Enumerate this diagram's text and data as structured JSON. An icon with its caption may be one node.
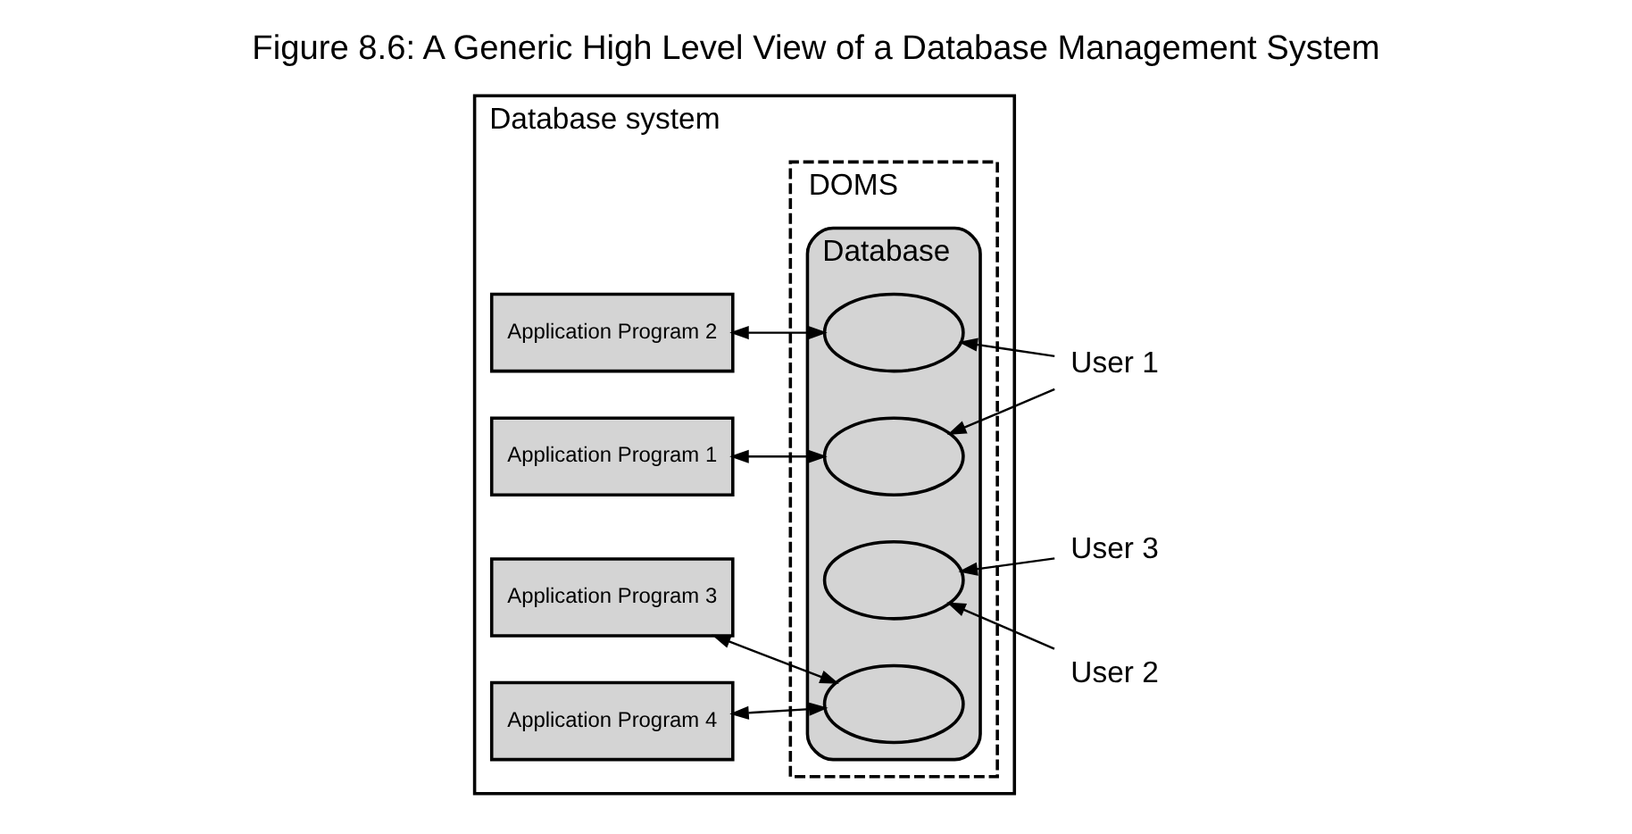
{
  "diagram": {
    "title": "Figure 8.6: A Generic High Level View of a Database Management System",
    "nodes": [
      {
        "text": [
          "Database system"
        ]
      },
      {
        "text": [
          "DOMS"
        ],
        "in": 0
      },
      {
        "text": [
          "Database"
        ],
        "in": 1
      },
      {
        "text": [
          "Application Program 1"
        ],
        "in": 0
      },
      {
        "text": [
          "Application Program 2"
        ],
        "in": 0
      },
      {
        "text": [
          "Application Program 3"
        ],
        "in": 0
      },
      {
        "text": [
          "Application Program 4"
        ],
        "in": 0
      },
      {
        "text": [],
        "shape": "ellipse",
        "in": 2
      },
      {
        "text": [],
        "shape": "ellipse",
        "in": 2
      },
      {
        "text": [],
        "shape": "ellipse",
        "in": 2
      },
      {
        "text": [],
        "shape": "ellipse",
        "in": 2
      },
      {
        "text": [
          "User 1"
        ]
      },
      {
        "text": [
          "User 2"
        ]
      },
      {
        "text": [
          "User 3"
        ]
      }
    ],
    "edges": [
      {
        "from": 3,
        "to": 8,
        "arrow": "both"
      },
      {
        "from": 4,
        "to": 7,
        "arrow": "both"
      },
      {
        "from": 5,
        "to": 10,
        "arrow": "both"
      },
      {
        "from": 6,
        "to": 10,
        "arrow": "both"
      },
      {
        "from": 11,
        "to": 7,
        "arrow": "to"
      },
      {
        "from": 11,
        "to": 8,
        "arrow": "to"
      },
      {
        "from": 12,
        "to": 9,
        "arrow": "to"
      },
      {
        "from": 13,
        "to": 9,
        "arrow": "to"
      }
    ]
  }
}
